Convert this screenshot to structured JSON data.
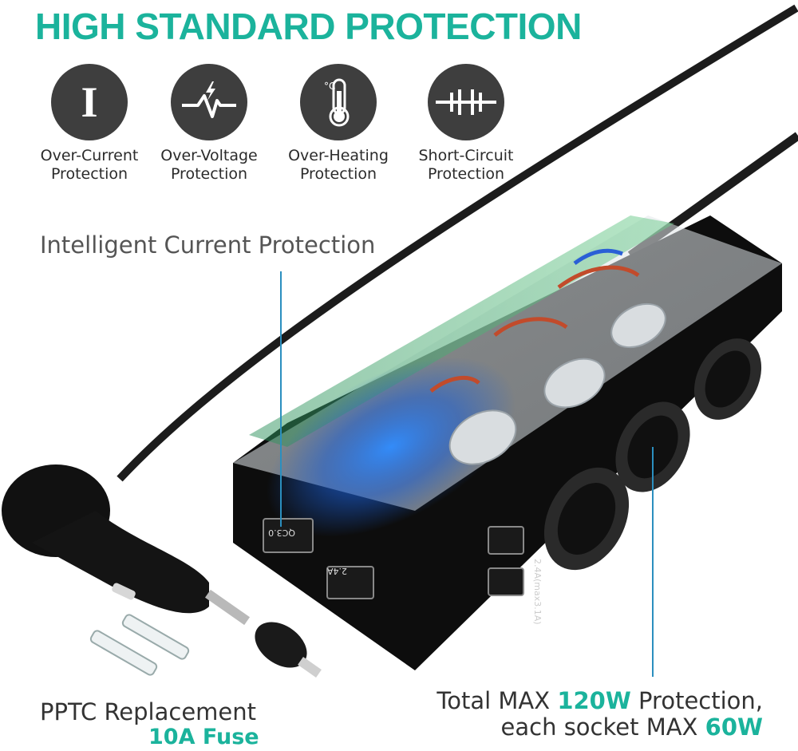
{
  "headline": "HIGH STANDARD PROTECTION",
  "features": [
    {
      "icon": "over-current-icon",
      "line1": "Over-Current",
      "line2": "Protection"
    },
    {
      "icon": "over-voltage-icon",
      "line1": "Over-Voltage",
      "line2": "Protection"
    },
    {
      "icon": "thermometer-icon",
      "line1": "Over-Heating",
      "line2": "Protection"
    },
    {
      "icon": "short-circuit-icon",
      "line1": "Short-Circuit",
      "line2": "Protection"
    }
  ],
  "callouts": {
    "intelligent": "Intelligent Current Protection",
    "fuse_line1": "PPTC Replacement",
    "fuse_line2": "10A Fuse",
    "total_prefix": "Total MAX ",
    "total_value": "120W",
    "total_suffix": " Protection,",
    "socket_prefix": "each socket MAX ",
    "socket_value": "60W"
  },
  "product_labels": {
    "qc_port": "QC3.0",
    "usb_port": "2.4A",
    "usb_pair": "2.4A(max3.1A)"
  },
  "colors": {
    "accent": "#1bb39c",
    "icon_bg": "#3e3e3e",
    "glow": "#1e6ff0"
  }
}
